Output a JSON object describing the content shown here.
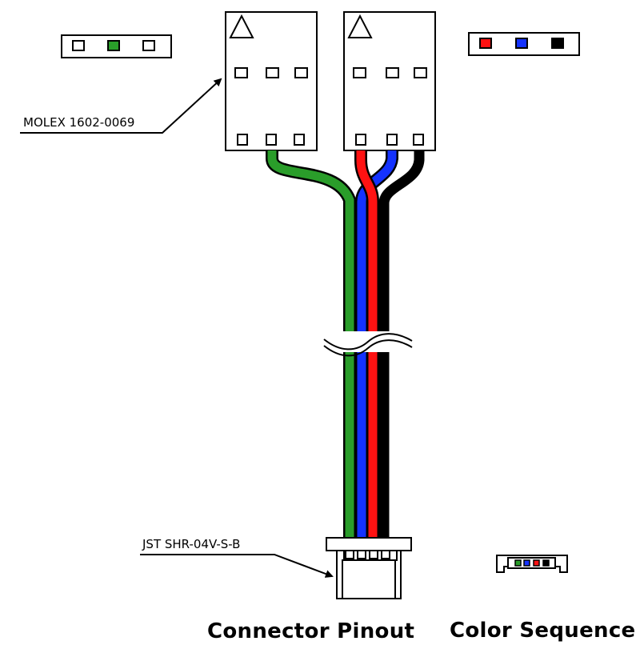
{
  "labels": {
    "molex_part": "MOLEX 1602-0069",
    "jst_part": "JST SHR-04V-S-B",
    "caption_pinout": "Connector Pinout",
    "caption_colors": "Color Sequence"
  },
  "wire_colors": {
    "green": "#2a9d2a",
    "blue": "#1432ff",
    "red": "#ff1212",
    "black": "#000000"
  },
  "left_connector_pins": [
    "empty",
    "green",
    "empty"
  ],
  "right_connector_pins": [
    "red",
    "blue",
    "black"
  ],
  "jst_pin_sequence": [
    "green",
    "blue",
    "red",
    "black"
  ],
  "icons": {
    "polarity_mark": "triangle-icon",
    "pointer": "arrow-icon",
    "cable_break": "wavy-break-icon"
  }
}
